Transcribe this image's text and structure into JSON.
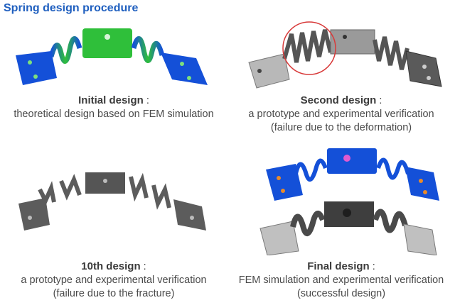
{
  "title": "Spring design procedure",
  "panels": [
    {
      "name": "Initial design",
      "lines": [
        "theoretical design based on FEM simulation"
      ]
    },
    {
      "name": "Second design",
      "lines": [
        "a prototype and experimental verification",
        "(failure due to the deformation)"
      ]
    },
    {
      "name": "10th design",
      "lines": [
        "a prototype and experimental verification",
        "(failure due to the fracture)"
      ]
    },
    {
      "name": "Final design",
      "lines": [
        "FEM simulation and experimental verification",
        "(successful design)"
      ]
    }
  ],
  "colon": ":",
  "colors": {
    "title": "#1f5fbf",
    "fem_blue": "#1450d8",
    "fem_green": "#2fbf3a",
    "metal": "#8a8a8a",
    "highlight_circle": "#d83a3a"
  }
}
